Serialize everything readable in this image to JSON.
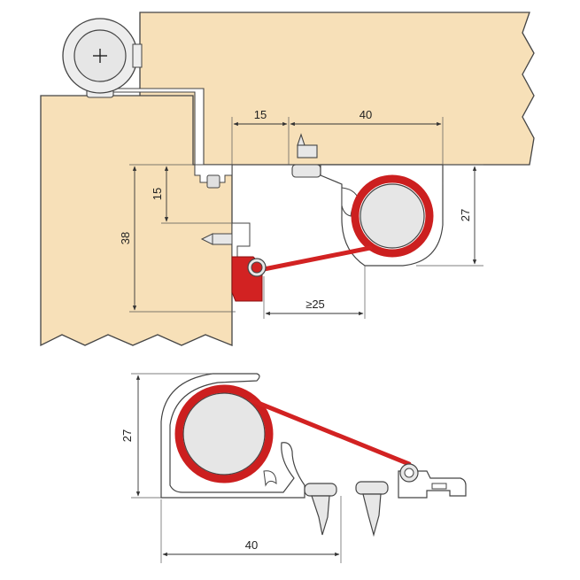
{
  "colors": {
    "wood": "#f7e0b8",
    "seal_red": "#d22222",
    "roller_grey": "#e6e6e6",
    "line": "#444444"
  },
  "dimensions_top": {
    "gap_width": "15",
    "profile_width": "40",
    "hinge_depth": "15",
    "door_height": "38",
    "profile_height": "27",
    "min_gap": "≥25"
  },
  "dimensions_bottom": {
    "profile_height": "27",
    "profile_width": "40"
  }
}
